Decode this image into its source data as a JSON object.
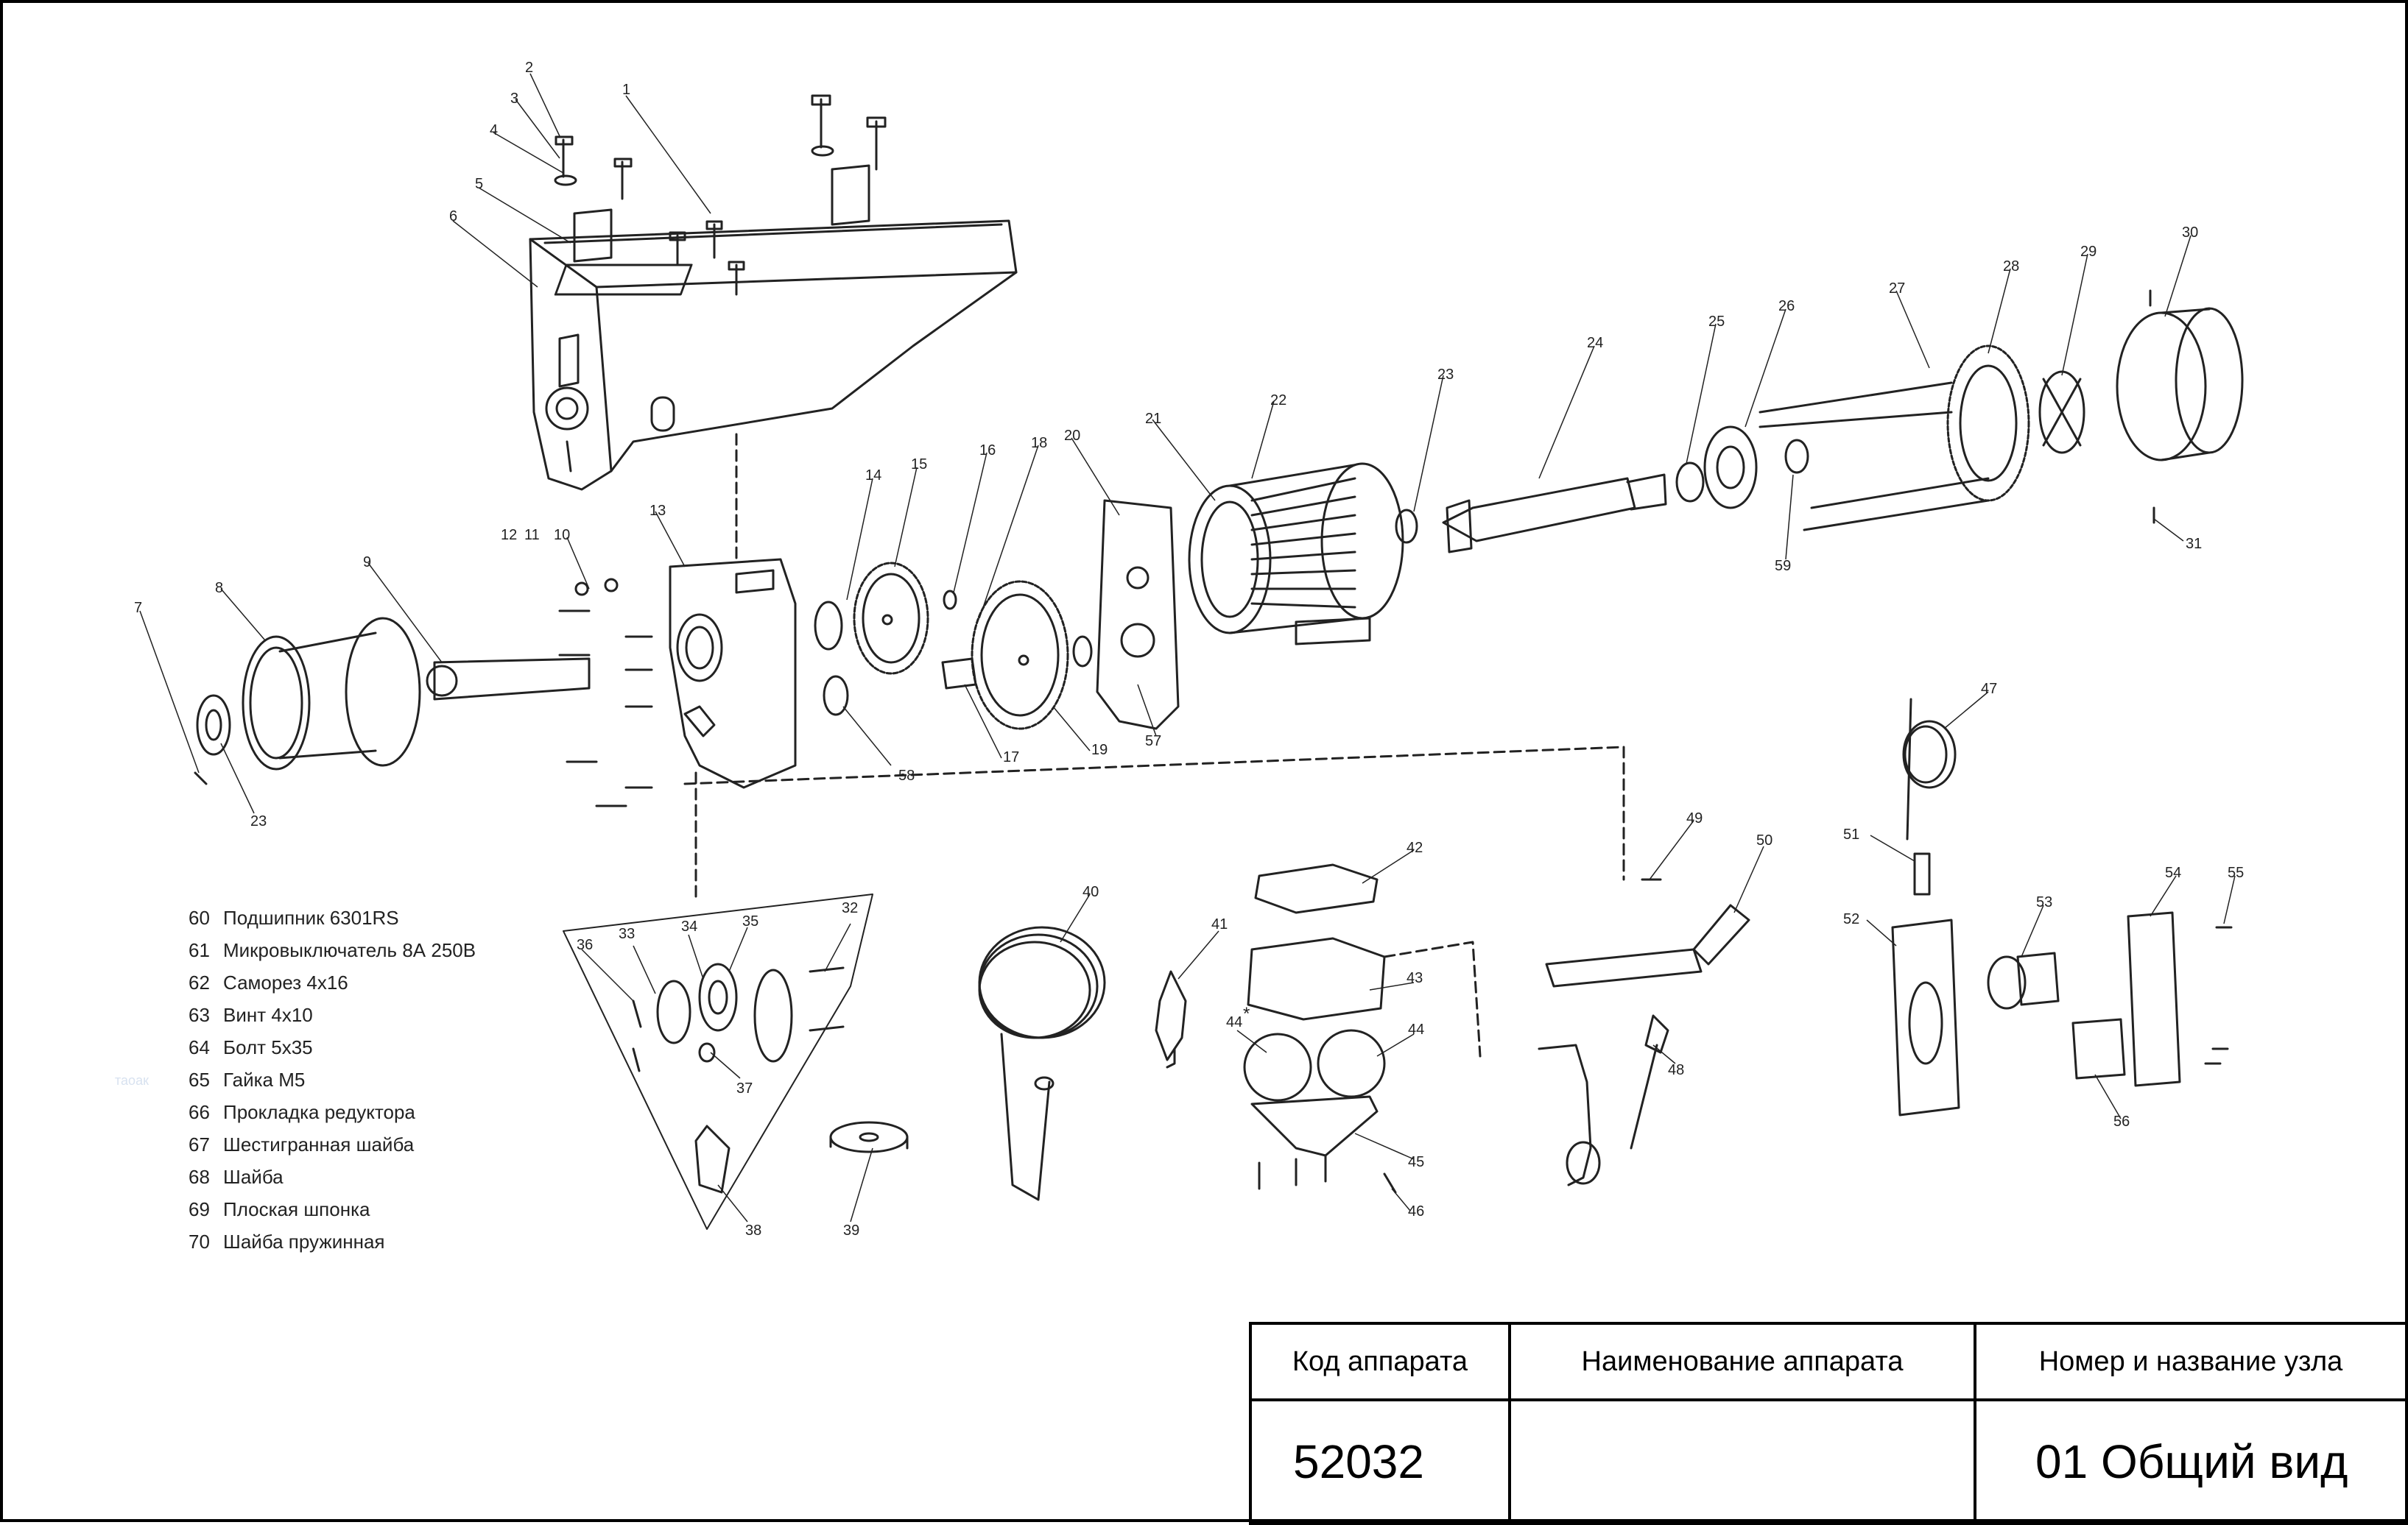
{
  "callouts": [
    {
      "n": "1"
    },
    {
      "n": "2"
    },
    {
      "n": "3"
    },
    {
      "n": "4"
    },
    {
      "n": "5"
    },
    {
      "n": "6"
    },
    {
      "n": "7"
    },
    {
      "n": "8"
    },
    {
      "n": "9"
    },
    {
      "n": "10"
    },
    {
      "n": "11"
    },
    {
      "n": "12"
    },
    {
      "n": "13"
    },
    {
      "n": "14"
    },
    {
      "n": "15"
    },
    {
      "n": "16"
    },
    {
      "n": "17"
    },
    {
      "n": "18"
    },
    {
      "n": "19"
    },
    {
      "n": "20"
    },
    {
      "n": "21"
    },
    {
      "n": "22"
    },
    {
      "n": "23"
    },
    {
      "n": "23"
    },
    {
      "n": "24"
    },
    {
      "n": "25"
    },
    {
      "n": "26"
    },
    {
      "n": "27"
    },
    {
      "n": "28"
    },
    {
      "n": "29"
    },
    {
      "n": "30"
    },
    {
      "n": "31"
    },
    {
      "n": "32"
    },
    {
      "n": "33"
    },
    {
      "n": "34"
    },
    {
      "n": "35"
    },
    {
      "n": "36"
    },
    {
      "n": "37"
    },
    {
      "n": "38"
    },
    {
      "n": "39"
    },
    {
      "n": "40"
    },
    {
      "n": "41"
    },
    {
      "n": "42"
    },
    {
      "n": "43"
    },
    {
      "n": "44"
    },
    {
      "n": "44"
    },
    {
      "n": "45"
    },
    {
      "n": "46"
    },
    {
      "n": "47"
    },
    {
      "n": "48"
    },
    {
      "n": "49"
    },
    {
      "n": "50"
    },
    {
      "n": "51"
    },
    {
      "n": "52"
    },
    {
      "n": "53"
    },
    {
      "n": "54"
    },
    {
      "n": "55"
    },
    {
      "n": "56"
    },
    {
      "n": "57"
    },
    {
      "n": "58"
    },
    {
      "n": "59"
    },
    {
      "n": "*"
    }
  ],
  "legend": [
    {
      "num": "60",
      "text": "Подшипник 6301RS"
    },
    {
      "num": "61",
      "text": "Микровыключатель 8А  250В"
    },
    {
      "num": "62",
      "text": "Саморез 4х16"
    },
    {
      "num": "63",
      "text": "Винт 4х10"
    },
    {
      "num": "64",
      "text": "Болт 5х35"
    },
    {
      "num": "65",
      "text": "Гайка М5"
    },
    {
      "num": "66",
      "text": "Прокладка редуктора"
    },
    {
      "num": "67",
      "text": "Шестигранная шайба"
    },
    {
      "num": "68",
      "text": "Шайба"
    },
    {
      "num": "69",
      "text": "Плоская  шпонка"
    },
    {
      "num": "70",
      "text": "Шайба пружинная"
    }
  ],
  "watermark": "таоак",
  "title_block": {
    "code_header": "Код аппарата",
    "name_header": "Наименование аппарата",
    "node_header": "Номер и название узла",
    "code_value": "52032",
    "name_value": "",
    "node_value": "01 Общий вид"
  }
}
